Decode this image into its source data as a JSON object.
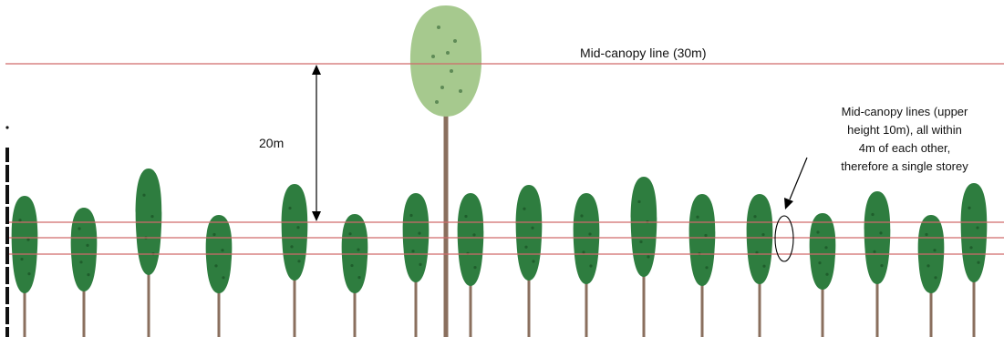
{
  "labels": {
    "mid_canopy_top": "Mid-canopy line (30m)",
    "difference": "20m",
    "annotation": [
      "Mid-canopy lines (upper",
      "height 10m), all within",
      "4m of each other,",
      "therefore a single storey"
    ]
  },
  "colors": {
    "tree_dark": "#2e7d3f",
    "tree_dark_dots": "#1f5e2c",
    "tree_emergent": "#a6c98e",
    "tree_emergent_dots": "#5e8a56",
    "trunk": "#8a6f5e",
    "canopy_line": "#d06a6a",
    "scale_bar": "#111111"
  },
  "icons": {
    "tree": "tree-icon",
    "emergent_tree": "emergent-tree-icon",
    "double_arrow": "double-arrow-icon",
    "pointer_arrow": "arrow-icon",
    "ellipse": "ellipse-marker",
    "scale": "scale-bar"
  }
}
